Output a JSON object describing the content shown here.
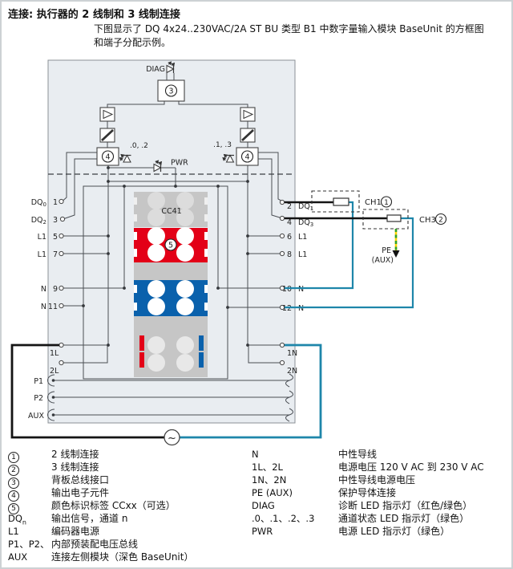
{
  "page": {
    "title": "连接: 执行器的 2 线制和 3 线制连接",
    "intro_line1": "下图显示了 DQ 4x24..230VAC/2A ST BU 类型 B1 中数字量输入模块 BaseUnit 的方框图",
    "intro_line2": "和端子分配示例。"
  },
  "diagram": {
    "diag_led_label": "DIAG",
    "pwr_led_label": "PWR",
    "backplane_marker": "3",
    "output_marker_left": "4",
    "output_marker_right": "4",
    "status_leds_left": ".0, .2",
    "status_leds_right": ".1, .3",
    "color_label_code": "CC41",
    "color_label_marker": "5",
    "left_terminals": [
      {
        "label": "DQ",
        "sub": "0",
        "num": "1"
      },
      {
        "label": "DQ",
        "sub": "2",
        "num": "3"
      },
      {
        "label": "L1",
        "sub": "",
        "num": "5"
      },
      {
        "label": "L1",
        "sub": "",
        "num": "7"
      },
      {
        "label": "N",
        "sub": "",
        "num": "9"
      },
      {
        "label": "N",
        "sub": "",
        "num": "11"
      }
    ],
    "right_terminals": [
      {
        "num": "2",
        "label": "DQ",
        "sub": "1"
      },
      {
        "num": "4",
        "label": "DQ",
        "sub": "3"
      },
      {
        "num": "6",
        "label": "L1",
        "sub": ""
      },
      {
        "num": "8",
        "label": "L1",
        "sub": ""
      },
      {
        "num": "10",
        "label": "N",
        "sub": ""
      },
      {
        "num": "12",
        "label": "N",
        "sub": ""
      }
    ],
    "supply_terminals": {
      "l1": "1L",
      "l2": "2L",
      "n1": "1N",
      "n2": "2N"
    },
    "rails": [
      "P1",
      "P2",
      "AUX"
    ],
    "loads": [
      {
        "name": "CH1",
        "marker": "1"
      },
      {
        "name": "CH3",
        "marker": "2"
      }
    ],
    "pe": {
      "line1": "PE",
      "line2": "(AUX)"
    },
    "ac_source": "~"
  },
  "legend": {
    "left": [
      {
        "key": "1",
        "desc": "2 线制连接"
      },
      {
        "key": "2",
        "desc": "3 线制连接"
      },
      {
        "key": "3",
        "desc": "背板总线接口"
      },
      {
        "key": "4",
        "desc": "输出电子元件"
      },
      {
        "key": "5",
        "desc": "颜色标识标签 CCxx（可选）"
      },
      {
        "key": "DQ",
        "sub": "n",
        "desc": "输出信号，通道 n"
      },
      {
        "key": "L1",
        "desc": "编码器电源"
      },
      {
        "key": "P1、P2、",
        "desc": "内部预装配电压总线"
      },
      {
        "key": "AUX",
        "desc": "连接左侧模块（深色 BaseUnit）"
      }
    ],
    "right": [
      {
        "key": "N",
        "desc": "中性导线"
      },
      {
        "key": "1L、2L",
        "desc": "电源电压 120 V AC 到 230 V AC"
      },
      {
        "key": "1N、2N",
        "desc": "中性导线电源电压"
      },
      {
        "key": "PE (AUX)",
        "desc": "保护导体连接"
      },
      {
        "key": "DIAG",
        "desc": "诊断 LED 指示灯（红色/绿色）"
      },
      {
        "key": ".0、.1、.2、.3",
        "desc": "通道状态 LED 指示灯（绿色）"
      },
      {
        "key": "PWR",
        "desc": "电源 LED 指示灯（绿色）"
      }
    ]
  },
  "colors": {
    "label_red": "#e30017",
    "label_blue": "#0a61ac",
    "wire_blue": "#1e86aa",
    "box_fill": "#e9edf1",
    "pe_green": "#2ea12e",
    "pe_yellow": "#ffd500"
  }
}
